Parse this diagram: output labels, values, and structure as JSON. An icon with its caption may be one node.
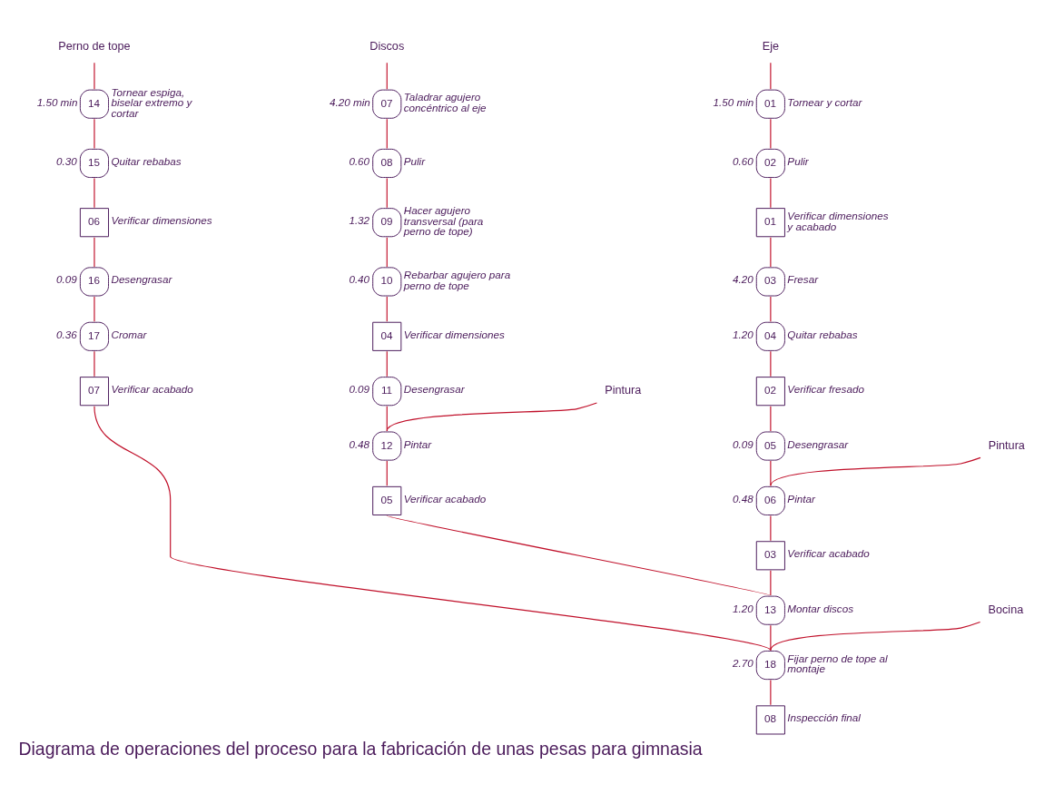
{
  "diagram": {
    "title": "Diagrama de operaciones del proceso para la fabricación de unas pesas para gimnasia",
    "nodes": [
      {
        "text": [
          "Perno de tope"
        ]
      },
      {
        "text": [
          "14"
        ],
        "beside": [
          "1.50 min",
          "Tornear espiga, biselar extremo y cortar"
        ]
      },
      {
        "text": [
          "15"
        ],
        "beside": [
          "0.30",
          "Quitar rebabas"
        ]
      },
      {
        "text": [
          "06"
        ],
        "beside": [
          "Verificar dimensiones"
        ]
      },
      {
        "text": [
          "16"
        ],
        "beside": [
          "0.09",
          "Desengrasar"
        ]
      },
      {
        "text": [
          "17"
        ],
        "beside": [
          "0.36",
          "Cromar"
        ]
      },
      {
        "text": [
          "07"
        ],
        "beside": [
          "Verificar acabado"
        ]
      },
      {
        "text": [
          "Discos"
        ]
      },
      {
        "text": [
          "07"
        ],
        "beside": [
          "4.20 min",
          "Taladrar agujero concéntrico al eje"
        ]
      },
      {
        "text": [
          "08"
        ],
        "beside": [
          "0.60",
          "Pulir"
        ]
      },
      {
        "text": [
          "09"
        ],
        "beside": [
          "1.32",
          "Hacer agujero transversal (para perno de tope)"
        ]
      },
      {
        "text": [
          "10"
        ],
        "beside": [
          "0.40",
          "Rebarbar agujero para perno de tope"
        ]
      },
      {
        "text": [
          "04"
        ],
        "beside": [
          "Verificar dimensiones"
        ]
      },
      {
        "text": [
          "11"
        ],
        "beside": [
          "0.09",
          "Desengrasar"
        ]
      },
      {
        "text": [
          "Pintura"
        ]
      },
      {
        "text": [
          "12"
        ],
        "beside": [
          "0.48",
          "Pintar"
        ]
      },
      {
        "text": [
          "05"
        ],
        "beside": [
          "Verificar acabado"
        ]
      },
      {
        "text": [
          "Eje"
        ]
      },
      {
        "text": [
          "01"
        ],
        "beside": [
          "1.50 min",
          "Tornear y cortar"
        ]
      },
      {
        "text": [
          "02"
        ],
        "beside": [
          "0.60",
          "Pulir"
        ]
      },
      {
        "text": [
          "01"
        ],
        "beside": [
          "Verificar dimensiones y acabado"
        ]
      },
      {
        "text": [
          "03"
        ],
        "beside": [
          "4.20",
          "Fresar"
        ]
      },
      {
        "text": [
          "04"
        ],
        "beside": [
          "1.20",
          "Quitar rebabas"
        ]
      },
      {
        "text": [
          "02"
        ],
        "beside": [
          "Verificar fresado"
        ]
      },
      {
        "text": [
          "05"
        ],
        "beside": [
          "0.09",
          "Desengrasar"
        ]
      },
      {
        "text": [
          "Pintura"
        ]
      },
      {
        "text": [
          "06"
        ],
        "beside": [
          "0.48",
          "Pintar"
        ]
      },
      {
        "text": [
          "03"
        ],
        "beside": [
          "Verificar acabado"
        ]
      },
      {
        "text": [
          "13"
        ],
        "beside": [
          "1.20",
          "Montar discos"
        ]
      },
      {
        "text": [
          "Bocina"
        ]
      },
      {
        "text": [
          "18"
        ],
        "beside": [
          "2.70",
          "Fijar perno de tope al montaje"
        ]
      },
      {
        "text": [
          "08"
        ],
        "beside": [
          "Inspección final"
        ]
      }
    ],
    "edges": [
      {
        "from": 0,
        "to": 1,
        "arrow": "none"
      },
      {
        "from": 1,
        "to": 2,
        "arrow": "none"
      },
      {
        "from": 2,
        "to": 3,
        "arrow": "none"
      },
      {
        "from": 3,
        "to": 4,
        "arrow": "none"
      },
      {
        "from": 4,
        "to": 5,
        "arrow": "none"
      },
      {
        "from": 5,
        "to": 6,
        "arrow": "none"
      },
      {
        "from": 6,
        "to": 30,
        "arrow": "none"
      },
      {
        "from": 7,
        "to": 8,
        "arrow": "none"
      },
      {
        "from": 8,
        "to": 9,
        "arrow": "none"
      },
      {
        "from": 9,
        "to": 10,
        "arrow": "none"
      },
      {
        "from": 10,
        "to": 11,
        "arrow": "none"
      },
      {
        "from": 11,
        "to": 12,
        "arrow": "none"
      },
      {
        "from": 12,
        "to": 13,
        "arrow": "none"
      },
      {
        "from": 13,
        "to": 15,
        "arrow": "none"
      },
      {
        "from": 14,
        "to": 15,
        "arrow": "none"
      },
      {
        "from": 15,
        "to": 16,
        "arrow": "none"
      },
      {
        "from": 16,
        "to": 28,
        "arrow": "none"
      },
      {
        "from": 17,
        "to": 18,
        "arrow": "none"
      },
      {
        "from": 18,
        "to": 19,
        "arrow": "none"
      },
      {
        "from": 19,
        "to": 20,
        "arrow": "none"
      },
      {
        "from": 20,
        "to": 21,
        "arrow": "none"
      },
      {
        "from": 21,
        "to": 22,
        "arrow": "none"
      },
      {
        "from": 22,
        "to": 23,
        "arrow": "none"
      },
      {
        "from": 23,
        "to": 24,
        "arrow": "none"
      },
      {
        "from": 24,
        "to": 26,
        "arrow": "none"
      },
      {
        "from": 25,
        "to": 26,
        "arrow": "none"
      },
      {
        "from": 26,
        "to": 27,
        "arrow": "none"
      },
      {
        "from": 27,
        "to": 28,
        "arrow": "none"
      },
      {
        "from": 28,
        "to": 30,
        "arrow": "none"
      },
      {
        "from": 29,
        "to": 30,
        "arrow": "none"
      },
      {
        "from": 30,
        "to": 31,
        "arrow": "none"
      }
    ]
  }
}
